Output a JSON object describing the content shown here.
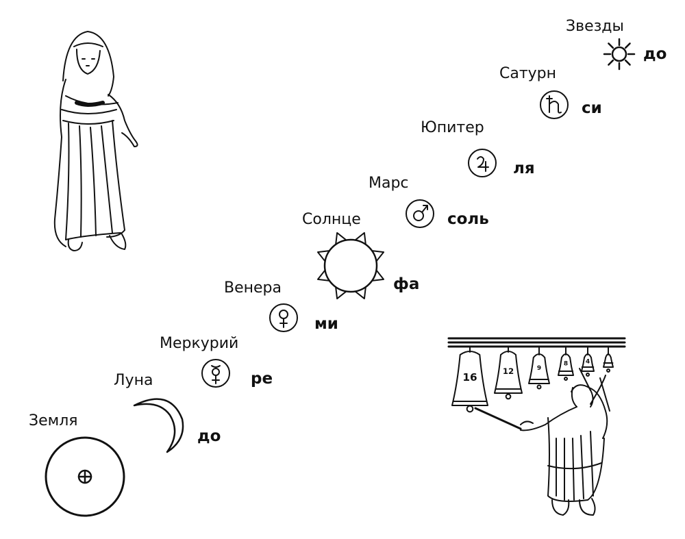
{
  "bodies": [
    {
      "key": "earth",
      "name": "Земля",
      "note": "до"
    },
    {
      "key": "moon",
      "name": "Луна",
      "note": "до"
    },
    {
      "key": "mercury",
      "name": "Меркурий",
      "note": "ре"
    },
    {
      "key": "venus",
      "name": "Венера",
      "note": "ми"
    },
    {
      "key": "sun",
      "name": "Солнце",
      "note": "фа"
    },
    {
      "key": "mars",
      "name": "Марс",
      "note": "соль"
    },
    {
      "key": "jupiter",
      "name": "Юпитер",
      "note": "ля"
    },
    {
      "key": "saturn",
      "name": "Сатурн",
      "note": "си"
    },
    {
      "key": "stars",
      "name": "Звезды",
      "note": "до"
    }
  ],
  "bells": [
    "16",
    "12",
    "9",
    "8",
    "4",
    ""
  ],
  "colors": {
    "ink": "#111111",
    "paper": "#ffffff"
  }
}
